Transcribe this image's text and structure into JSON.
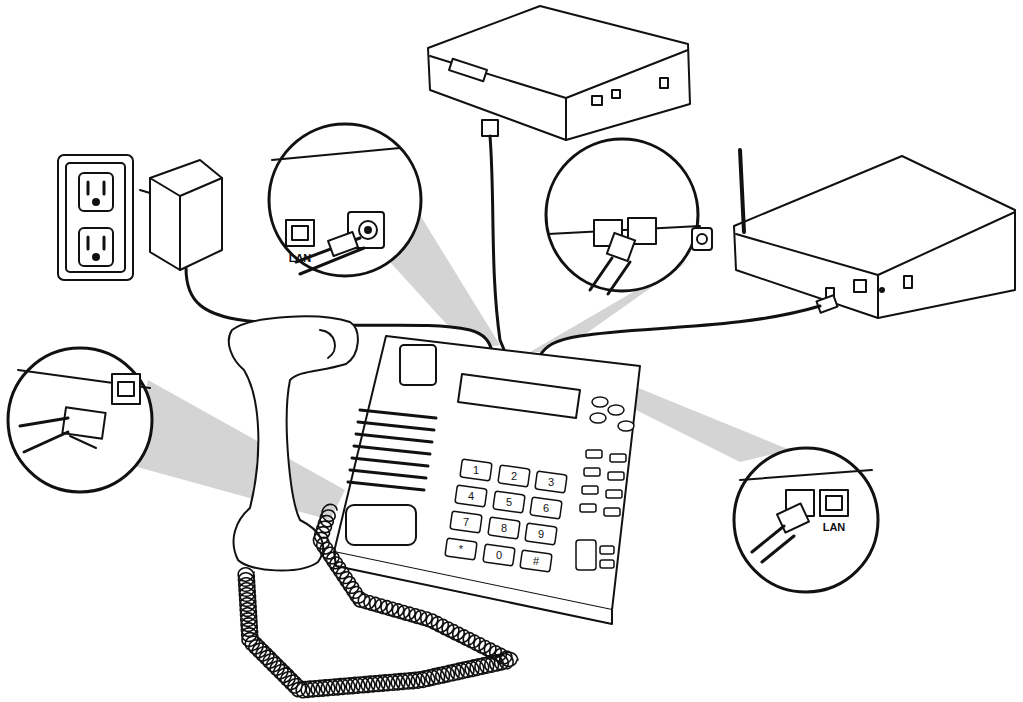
{
  "diagram": {
    "labels": [
      "LAN",
      "LAN",
      "1",
      "2",
      "3",
      "4",
      "5",
      "6",
      "7",
      "8",
      "9",
      "*",
      "0",
      "#"
    ]
  }
}
